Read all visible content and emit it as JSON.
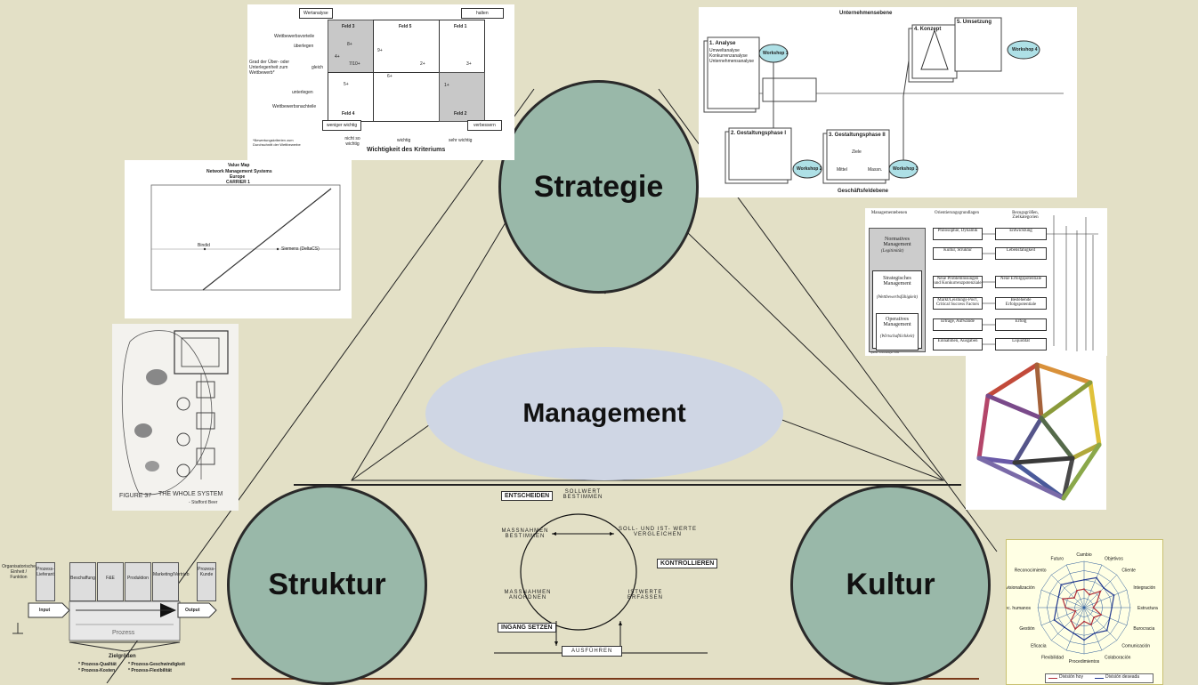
{
  "center": {
    "strategie": "Strategie",
    "management": "Management",
    "struktur": "Struktur",
    "kultur": "Kultur"
  },
  "control_cycle": {
    "entscheiden": "ENTSCHEIDEN",
    "sollwert": "SOLLWERT BESTIMMEN",
    "massnahmen_bestimmen": "MASSNAHMEN BESTIMMEN",
    "soll_ist": "SOLL- UND IST- WERTE VERGLEICHEN",
    "kontrollieren": "KONTROLLIEREN",
    "massnahmen_anordnen": "MASSNAHMEN ANORDNEN",
    "istwerte": "ISTWERTE ERFASSEN",
    "ingang_setzen": "INGANG SETZEN",
    "ausfuehren": "AUSFÜHREN"
  },
  "portfolio": {
    "top_left": "Wertanalyse",
    "top_right": "halten",
    "bottom_left": "weniger wichtig",
    "bottom_right": "verbessern",
    "feld3": "Feld 3",
    "feld5": "Feld 5",
    "feld1": "Feld 1",
    "feld4": "Feld 4",
    "feld2": "Feld 2",
    "y_label_1": "Wettbewerbsvorteile",
    "y_label_2": "überlegen",
    "y_label_3": "Grad der Über- oder Unterlegenheit zum Wettbewerb*",
    "y_label_4": "gleich",
    "y_label_5": "unterlegen",
    "y_label_6": "Wettbewerbsnachteile",
    "x_label_1": "nicht so wichtig",
    "x_label_2": "wichtig",
    "x_label_3": "sehr wichtig",
    "x_title": "Wichtigkeit des Kriteriums",
    "footnote": "*Bewertungskriterien zum Durchschnitt der Wettbewerbe",
    "points": [
      "8+",
      "4+",
      "7/10+",
      "9+",
      "2+",
      "3+",
      "6+",
      "5+",
      "1+"
    ]
  },
  "value_map": {
    "title": "Value Map",
    "subtitle": "Network Management Systems",
    "subtitle2": "Europe",
    "subtitle3": "CARRIER 1",
    "point1": "Bindid",
    "point2": "Siemens (DeltaCS)"
  },
  "process_flow": {
    "top": "Unternehmensebene",
    "bottom": "Geschäftsfeldebene",
    "analyse": "1. Analyse",
    "analyse_items": [
      "Umweltanalyse",
      "Konkurrenzanalyse",
      "Unternehmensanalyse"
    ],
    "workshop1": "Workshop 1",
    "workshop2": "Workshop 2",
    "workshop3": "Workshop 3",
    "workshop4": "Workshop 4",
    "konzept": "4. Konzept",
    "umsetzung": "5. Umsetzung",
    "phase1": "2. Gestaltungsphase I",
    "phase2": "3. Gestaltungsphase II",
    "ziele": "Ziele",
    "mittel": "Mittel",
    "massn": "Massn."
  },
  "mgmt_levels": {
    "col1": "Managementebenen",
    "col2": "Orientierungsgrundlagen",
    "col3": "Bezugsgrößen, Zielkategorien",
    "normativ": "Normatives Management",
    "normativ_sub": "(Legitimität)",
    "strategisch": "Strategisches Management",
    "strategisch_sub": "(Wettbewerbsfähigkeit)",
    "operativ": "Operatives Management",
    "operativ_sub": "(Wirtschaftlichkeit)",
    "left_boxes": [
      "Philosophie, Dynamik",
      "Kultur, Struktur",
      "Neue Problemlösungen und Konkurrenzpotenziale",
      "Markt/Leistungs-Pos't, Critical Success Factors",
      "Erträge, Aufwände",
      "Einnahmen, Ausgaben"
    ],
    "right_boxes": [
      "Entwicklung",
      "Lebensfähigkeit",
      "Neue Erfolgspotentiale",
      "Bestehende Erfolgspotentiale",
      "Erfolg",
      "Liquidität"
    ],
    "source": "Quelle: Schwaninger 1989"
  },
  "process_chart": {
    "left_label": "Organisatorische Einheit / Funktion",
    "input": "Input",
    "output": "Output",
    "prozess": "Prozess",
    "zielgroessen": "Zielgrößen",
    "col_labels": [
      "Prozess-Lieferant",
      "Beschaffung",
      "F&E",
      "Produktion",
      "Marketing/Vertrieb",
      "Prozess-Kunde"
    ],
    "q1": "* Prozess-Qualität",
    "q2": "* Prozess-Kosten",
    "q3": "* Prozess-Geschwindigkeit",
    "q4": "* Prozess-Flexibilität"
  },
  "sketch": {
    "caption1": "FIGURE 37",
    "caption2": "THE WHOLE SYSTEM",
    "caption3": "- Stafford Beer"
  },
  "radar": {
    "labels": [
      "Cambio",
      "Objetivos",
      "Cliente",
      "Integración",
      "Estructura",
      "Burocracia",
      "Comunicación",
      "Colaboración",
      "Procedimientos",
      "Flexibilidad",
      "Eficacia",
      "Gestión",
      "Rec. humanos",
      "Divisionalización",
      "Reconocimiento",
      "Futuro"
    ],
    "hoy": [
      2,
      1.5,
      2.5,
      1.5,
      1,
      2,
      1.5,
      2,
      1.5,
      2.5,
      2,
      1,
      2,
      2.5,
      1.5,
      2
    ],
    "deseada": [
      3,
      3.5,
      3,
      3.5,
      3,
      3,
      3.5,
      3,
      3.5,
      3,
      3,
      3.5,
      3,
      3,
      3.5,
      3
    ],
    "max": 5,
    "legend_hoy": "División hoy",
    "legend_deseada": "División deseada",
    "color_hoy": "#b0303a",
    "color_deseada": "#233a8f"
  }
}
